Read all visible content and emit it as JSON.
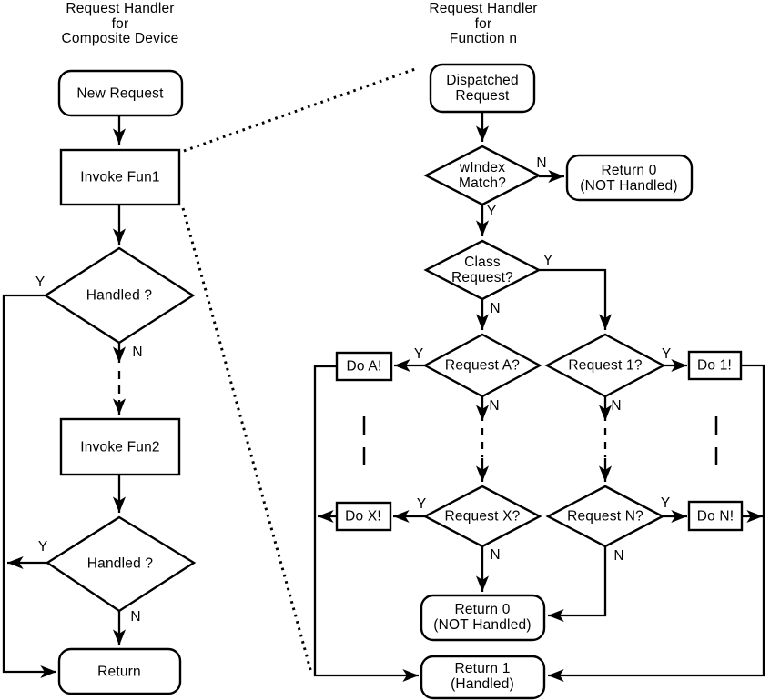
{
  "diagram": {
    "left": {
      "title": "Request Handler\nfor\nComposite Device",
      "nodes": {
        "new_request": "New Request",
        "invoke_fun1": "Invoke Fun1",
        "handled_1": "Handled ?",
        "invoke_fun2": "Invoke Fun2",
        "handled_2": "Handled ?",
        "return": "Return"
      }
    },
    "right": {
      "title": "Request Handler\nfor\nFunction n",
      "nodes": {
        "dispatched_request": "Dispatched\nRequest",
        "windex_match": "wIndex\nMatch?",
        "return_0_top": "Return 0\n(NOT Handled)",
        "class_request": "Class\nRequest?",
        "request_a": "Request A?",
        "request_1": "Request 1?",
        "do_a": "Do A!",
        "do_1": "Do 1!",
        "request_x": "Request X?",
        "request_n": "Request N?",
        "do_x": "Do X!",
        "do_n": "Do N!",
        "return_0_bottom": "Return 0\n(NOT Handled)",
        "return_1": "Return 1\n(Handled)"
      }
    },
    "edge_labels": {
      "yes": "Y",
      "no": "N"
    },
    "colors": {
      "stroke": "#000000",
      "background": "#ffffff",
      "text": "#000000"
    }
  }
}
